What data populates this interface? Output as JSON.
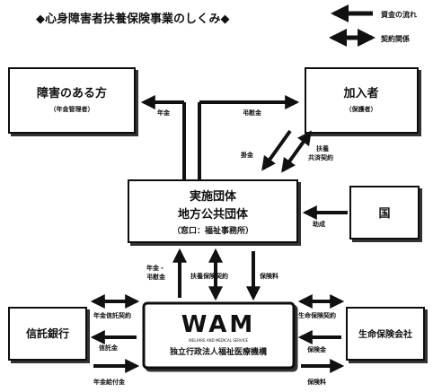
{
  "title": "◆心身障害者扶養保険事業のしくみ◆",
  "legend": {
    "money_flow": "資金の流れ",
    "contract": "契約関係"
  },
  "nodes": {
    "disabled": {
      "title": "障害のある方",
      "sub": "（年金管理者）"
    },
    "member": {
      "title": "加入者",
      "sub": "（保護者）"
    },
    "implementer": {
      "line1": "実施団体",
      "line2": "地方公共団体",
      "line3": "（窓口：福祉事務所）"
    },
    "nation": {
      "title": "国"
    },
    "trust_bank": {
      "title": "信託銀行"
    },
    "wam": {
      "logo": "WAM",
      "tagline": "WELFARE AND MEDICAL SERVICE",
      "name": "独立行政法人福祉医療機構"
    },
    "life_insurance": {
      "title": "生命保険会社"
    }
  },
  "labels": {
    "pension_to_disabled": "年金",
    "condolence_to_member": "弔慰金",
    "premium": "掛金",
    "mutual_contract_1": "扶養",
    "mutual_contract_2": "共済契約",
    "subsidy": "助成",
    "pension_condolence_1": "年金・",
    "pension_condolence_2": "弔慰金",
    "insurance_contract": "扶養保険契約",
    "insurance_fee_left": "保険料",
    "trust_contract": "年金信託契約",
    "trust_money": "信託金",
    "pension_payment": "年金給付金",
    "life_contract": "生命保険契約",
    "insurance_money": "保険金",
    "insurance_fee_right": "保険料"
  }
}
